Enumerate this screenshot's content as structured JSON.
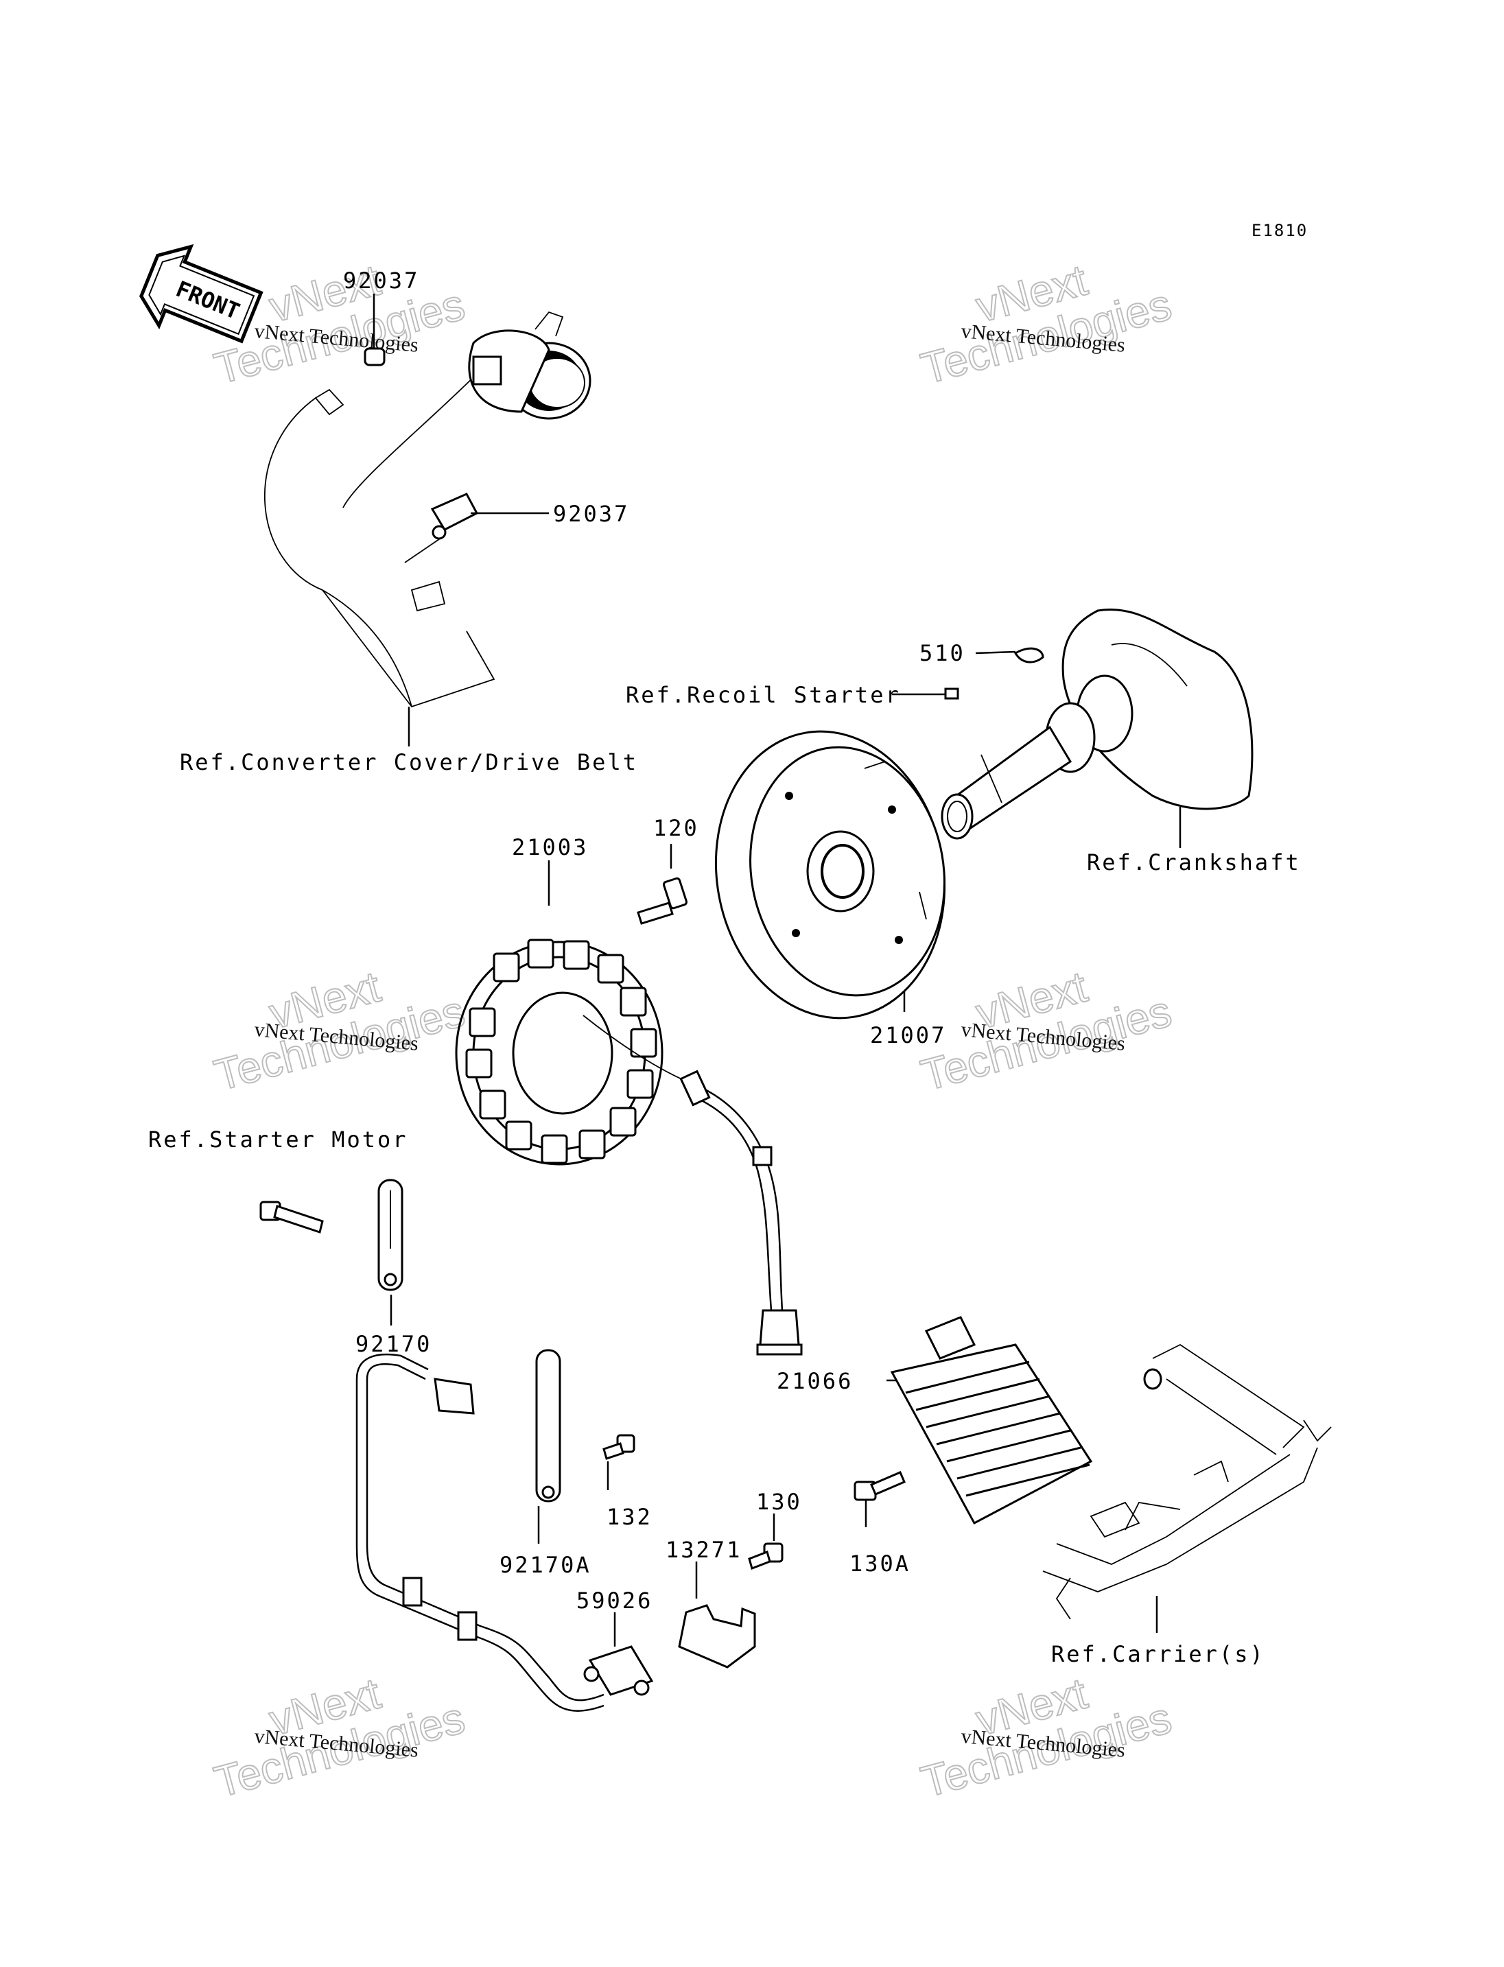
{
  "diagram_code": "E1810",
  "front_arrow_text": "FRONT",
  "watermark": {
    "small": "vNext Technologies",
    "large_line1": "vNext",
    "large_line2": "Technologies"
  },
  "callouts": {
    "p92037_top": "92037",
    "p92037_mid": "92037",
    "ref_converter": "Ref.Converter Cover/Drive Belt",
    "p510": "510",
    "ref_recoil": "Ref.Recoil Starter",
    "ref_crankshaft": "Ref.Crankshaft",
    "p120": "120",
    "p21003": "21003",
    "p21007": "21007",
    "ref_starter": "Ref.Starter Motor",
    "p92170": "92170",
    "p21066": "21066",
    "p132": "132",
    "p130": "130",
    "p130A": "130A",
    "p92170A": "92170A",
    "p13271": "13271",
    "p59026": "59026",
    "ref_carrier": "Ref.Carrier(s)"
  }
}
